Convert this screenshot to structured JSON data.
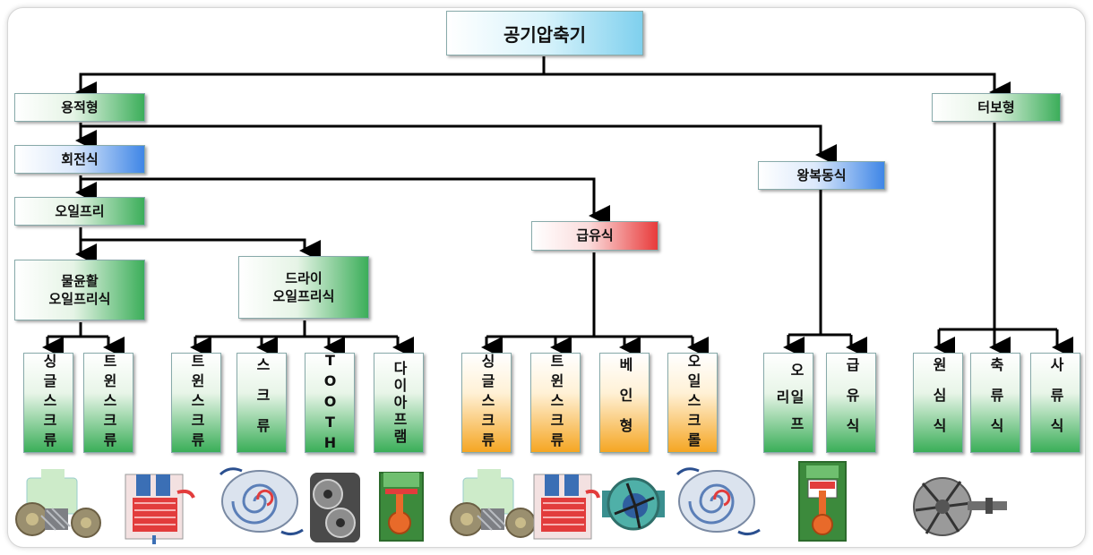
{
  "diagram": {
    "root": "공기압축기",
    "level1": {
      "positive": "용적형",
      "turbo": "터보형"
    },
    "level2": {
      "rotary": "회전식",
      "reciprocating": "왕복동식"
    },
    "level3": {
      "oil_free": "오일프리",
      "oil_flooded": "급유식"
    },
    "level4": {
      "water_lube": "물윤활\n오일프리식",
      "dry": "드라이\n오일프리식"
    },
    "leaves": {
      "water_single": "싱글스크류",
      "water_twin": "트윈스크류",
      "dry_twin": "트윈스크류",
      "dry_scroll": "스크류",
      "dry_tooth": "TOOTH",
      "dry_diaphragm": "다이아프램",
      "oil_single": "싱글스크류",
      "oil_twin": "트윈스크류",
      "oil_vane": "베인형",
      "oil_scroll": "오일스크롤",
      "recip_oilfree": "오일프리",
      "recip_oil": "급유식",
      "turbo_centrifugal": "원심식",
      "turbo_axial": "축류식",
      "turbo_diagonal": "사류식"
    }
  },
  "colors": {
    "green": "#3cae5a",
    "blue": "#3f86e6",
    "red": "#e83b3b",
    "cyan": "#7fd0ee",
    "orange": "#f5a623",
    "line": "#000000"
  },
  "illustrations": [
    "single-screw-rotor",
    "twin-screw-cutaway",
    "scroll",
    "tooth-rotor",
    "diaphragm",
    "single-screw-rotor",
    "twin-screw-cutaway",
    "vane",
    "scroll",
    "reciprocating-piston",
    "turbo-impeller"
  ]
}
